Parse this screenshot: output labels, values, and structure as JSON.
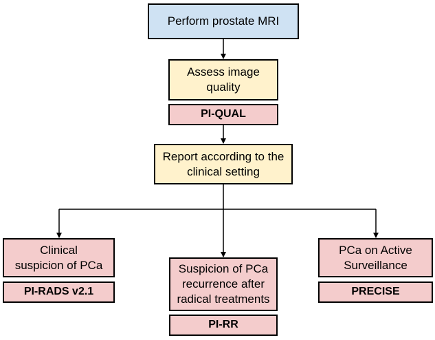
{
  "colors": {
    "start_fill": "#cfe2f3",
    "step_fill": "#fff2cc",
    "tag_fill": "#f4cccc",
    "line": "#000000"
  },
  "nodes": {
    "perform_mri": {
      "label": "Perform prostate MRI"
    },
    "assess_quality": {
      "lines": [
        "Assess image",
        "quality"
      ]
    },
    "pi_qual": {
      "label": "PI-QUAL"
    },
    "report_setting": {
      "lines": [
        "Report according to the",
        "clinical setting"
      ]
    },
    "clinical_suspicion": {
      "lines": [
        "Clinical",
        "suspicion of PCa"
      ]
    },
    "pi_rads": {
      "label": "PI-RADS v2.1"
    },
    "recurrence": {
      "lines": [
        "Suspicion of PCa",
        "recurrence after",
        "radical treatments"
      ]
    },
    "pi_rr": {
      "label": "PI-RR"
    },
    "active_surveillance": {
      "lines": [
        "PCa on Active",
        "Surveillance"
      ]
    },
    "precise": {
      "label": "PRECISE"
    }
  }
}
